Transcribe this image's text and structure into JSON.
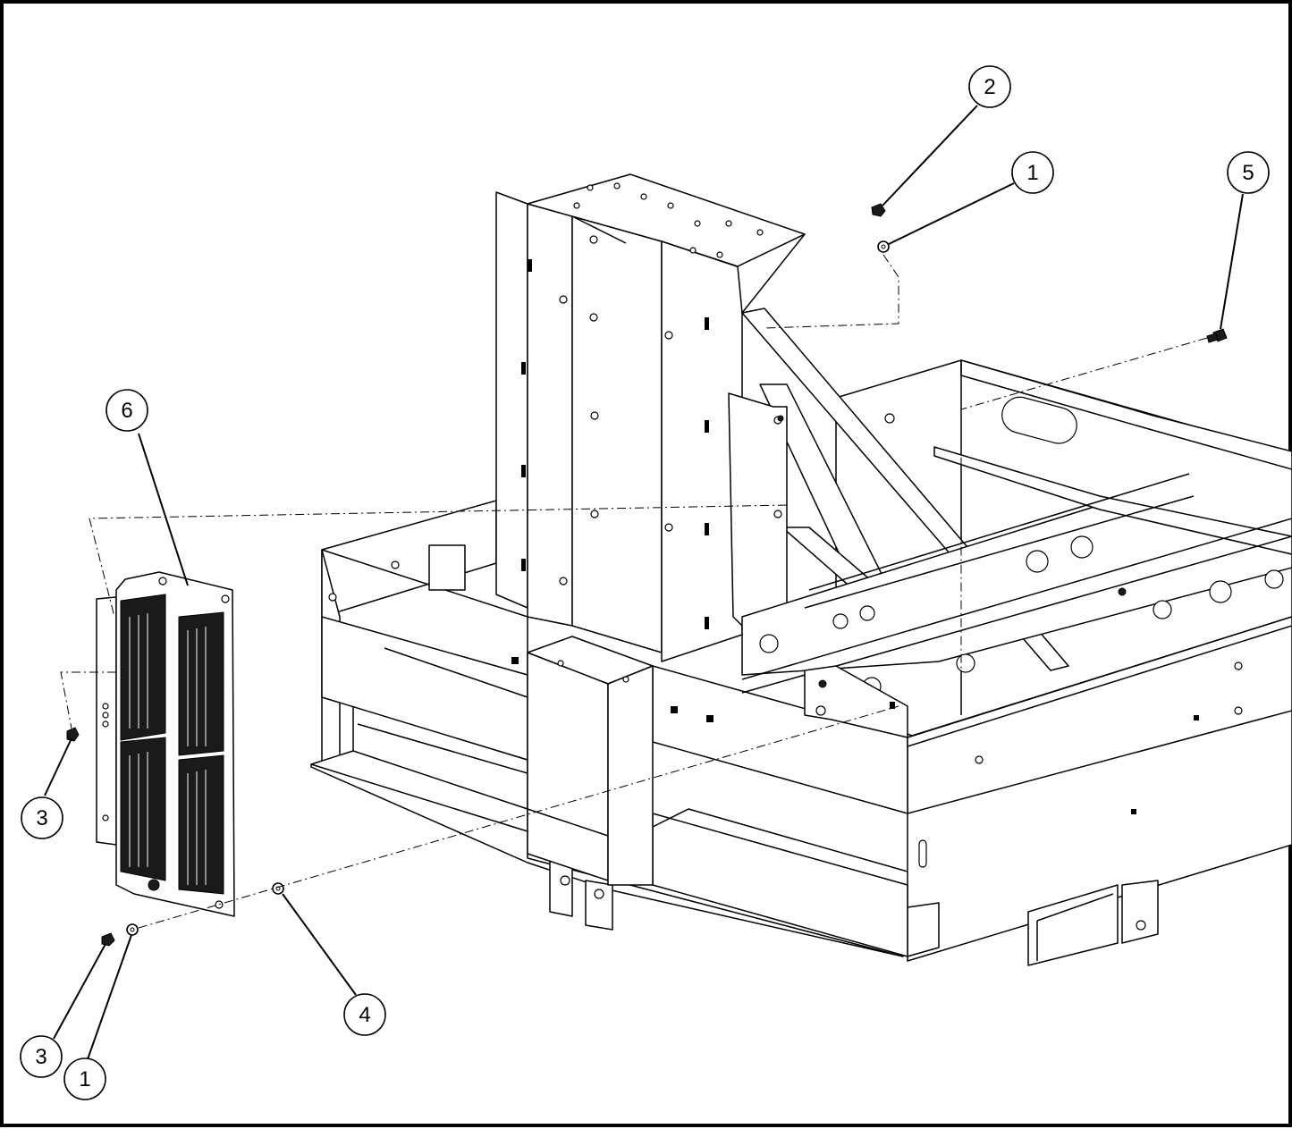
{
  "balloons": [
    {
      "id": "b2-top",
      "label": "2"
    },
    {
      "id": "b1-top",
      "label": "1"
    },
    {
      "id": "b5",
      "label": "5"
    },
    {
      "id": "b6",
      "label": "6"
    },
    {
      "id": "b3-mid",
      "label": "3"
    },
    {
      "id": "b4",
      "label": "4"
    },
    {
      "id": "b3-low",
      "label": "3"
    },
    {
      "id": "b1-low",
      "label": "1"
    }
  ]
}
